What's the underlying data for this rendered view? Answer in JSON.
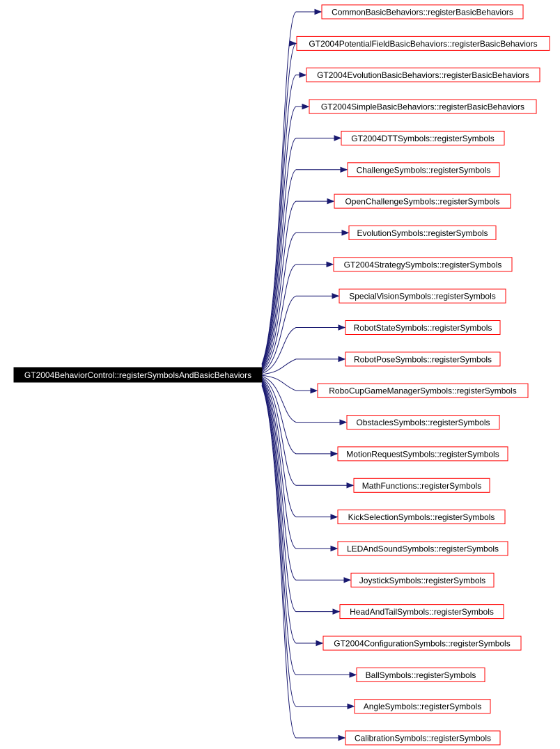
{
  "root": {
    "label": "GT2004BehaviorControl::registerSymbolsAndBasicBehaviors"
  },
  "callees": [
    {
      "label": "CommonBasicBehaviors::registerBasicBehaviors"
    },
    {
      "label": "GT2004PotentialFieldBasicBehaviors::registerBasicBehaviors"
    },
    {
      "label": "GT2004EvolutionBasicBehaviors::registerBasicBehaviors"
    },
    {
      "label": "GT2004SimpleBasicBehaviors::registerBasicBehaviors"
    },
    {
      "label": "GT2004DTTSymbols::registerSymbols"
    },
    {
      "label": "ChallengeSymbols::registerSymbols"
    },
    {
      "label": "OpenChallengeSymbols::registerSymbols"
    },
    {
      "label": "EvolutionSymbols::registerSymbols"
    },
    {
      "label": "GT2004StrategySymbols::registerSymbols"
    },
    {
      "label": "SpecialVisionSymbols::registerSymbols"
    },
    {
      "label": "RobotStateSymbols::registerSymbols"
    },
    {
      "label": "RobotPoseSymbols::registerSymbols"
    },
    {
      "label": "RoboCupGameManagerSymbols::registerSymbols"
    },
    {
      "label": "ObstaclesSymbols::registerSymbols"
    },
    {
      "label": "MotionRequestSymbols::registerSymbols"
    },
    {
      "label": "MathFunctions::registerSymbols"
    },
    {
      "label": "KickSelectionSymbols::registerSymbols"
    },
    {
      "label": "LEDAndSoundSymbols::registerSymbols"
    },
    {
      "label": "JoystickSymbols::registerSymbols"
    },
    {
      "label": "HeadAndTailSymbols::registerSymbols"
    },
    {
      "label": "GT2004ConfigurationSymbols::registerSymbols"
    },
    {
      "label": "BallSymbols::registerSymbols"
    },
    {
      "label": "AngleSymbols::registerSymbols"
    },
    {
      "label": "CalibrationSymbols::registerSymbols"
    }
  ],
  "colors": {
    "edge": "#191970",
    "callee_border": "#ff0000",
    "root_fill": "#000000",
    "root_text": "#ffffff",
    "background": "#ffffff"
  }
}
